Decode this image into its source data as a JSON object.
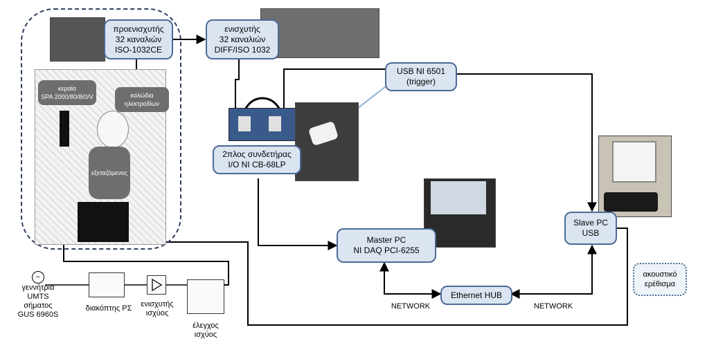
{
  "room": {
    "preamp": [
      "προενισχυτής",
      "32 καναλιών",
      "ISO-1032CE"
    ],
    "antenna": [
      "κεραία",
      "SPA 2000/80/8/0/V"
    ],
    "cables": [
      "καλώδια",
      "ηλεκτροδίων"
    ],
    "subject": "εξεταζόμενος"
  },
  "amplifier": [
    "ενισχυτής",
    "32 καναλιών",
    "DIFF/ISO 1032"
  ],
  "usb_trigger": [
    "USB NI 6501",
    "(trigger)"
  ],
  "connector": [
    "2πλος συνδετήρας",
    "I/O NI CB-68LP"
  ],
  "master_pc": [
    "Master PC",
    "NI DAQ PCI-6255"
  ],
  "slave_pc": [
    "Slave PC",
    "USB"
  ],
  "ethernet_hub": "Ethernet HUB",
  "network_left": "NETWORK",
  "network_right": "NETWORK",
  "acoustic": [
    "ακουστικό",
    "ερέθισμα"
  ],
  "generator": [
    "γεννήτρια",
    "UMTS",
    "σήματος",
    "GUS 6960S"
  ],
  "rf_switch": "διακόπτης ΡΣ",
  "power_amp": [
    "ενισχυτής",
    "ισχύος"
  ],
  "power_check": [
    "έλεγχος",
    "ισχύος"
  ],
  "colors": {
    "box_fill": "#dbe5f1",
    "box_border": "#4a6a96",
    "grey_box": "#6e6e6e",
    "arrow": "#8fb0d8"
  }
}
